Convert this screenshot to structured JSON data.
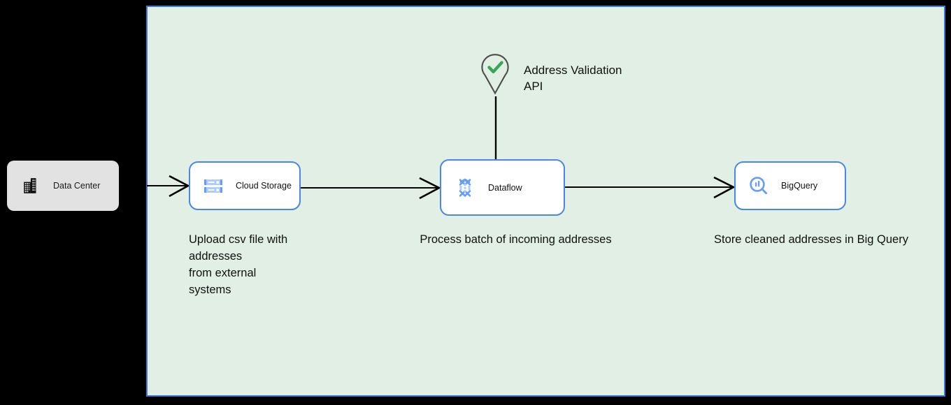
{
  "canvas": {
    "background_color": "#e2efe5",
    "border_color": "#3b78d8"
  },
  "external_node": {
    "label": "Data Center",
    "icon": "office-building-icon",
    "background_color": "#e2e2e2"
  },
  "external_api": {
    "icon": "map-pin-check-icon",
    "check_color": "#3aa655",
    "pin_color": "#4d4d4d",
    "label": "Address Validation\nAPI"
  },
  "nodes": [
    {
      "id": "cloud-storage",
      "label": "Cloud Storage",
      "icon": "cloud-storage-icon",
      "border_color": "#4a86e8",
      "caption": "Upload csv file with\naddresses\nfrom external\nsystems"
    },
    {
      "id": "dataflow",
      "label": "Dataflow",
      "icon": "dataflow-icon",
      "border_color": "#4a86e8",
      "caption": "Process batch of incoming addresses"
    },
    {
      "id": "bigquery",
      "label": "BigQuery",
      "icon": "bigquery-icon",
      "border_color": "#4a86e8",
      "caption": "Store cleaned addresses in Big Query"
    }
  ],
  "connectors": [
    {
      "id": "edge-canvas-to-storage",
      "from": "canvas-edge",
      "to": "cloud-storage",
      "arrow": "open",
      "color": "#000000"
    },
    {
      "id": "edge-storage-to-dataflow",
      "from": "cloud-storage",
      "to": "dataflow",
      "arrow": "open",
      "color": "#000000"
    },
    {
      "id": "edge-dataflow-to-bigquery",
      "from": "dataflow",
      "to": "bigquery",
      "arrow": "open",
      "color": "#000000"
    },
    {
      "id": "edge-api-to-dataflow",
      "from": "address-validation-api",
      "to": "dataflow",
      "arrow": "none",
      "color": "#000000"
    }
  ]
}
